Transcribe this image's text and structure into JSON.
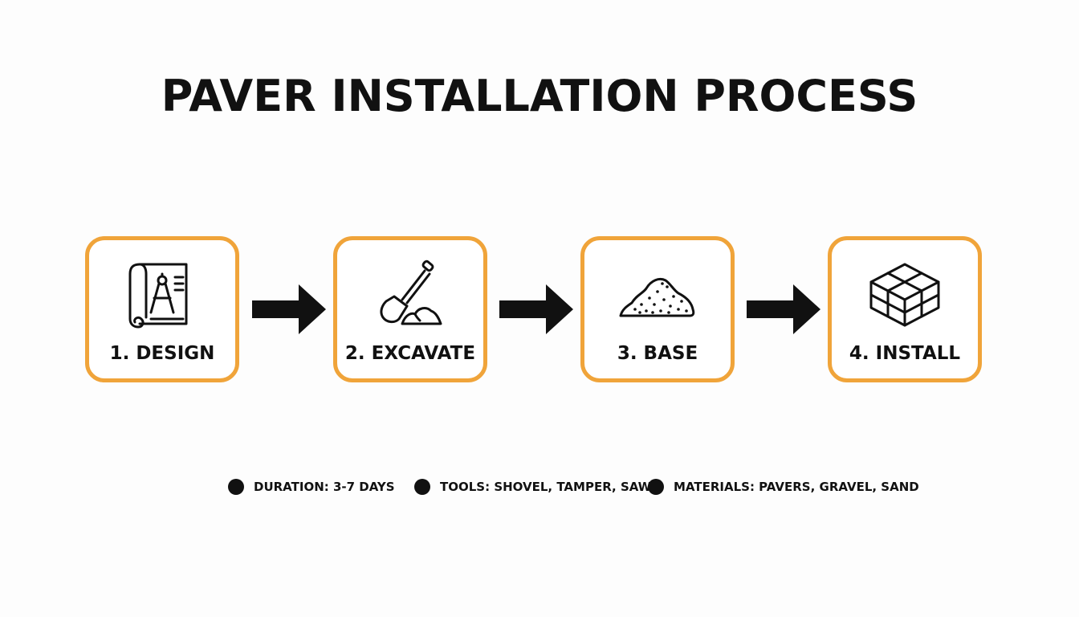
{
  "title": "PAVER INSTALLATION PROCESS",
  "accent_color": "#f0a43a",
  "steps": [
    {
      "label": "1. DESIGN",
      "icon": "blueprint-compass-icon"
    },
    {
      "label": "2. EXCAVATE",
      "icon": "shovel-dirt-icon"
    },
    {
      "label": "3. BASE",
      "icon": "gravel-pile-icon"
    },
    {
      "label": "4. INSTALL",
      "icon": "paver-stack-icon"
    }
  ],
  "legend": [
    {
      "text": "DURATION: 3-7 DAYS"
    },
    {
      "text": "TOOLS: SHOVEL, TAMPER, SAW"
    },
    {
      "text": "MATERIALS: PAVERS, GRAVEL, SAND"
    }
  ]
}
